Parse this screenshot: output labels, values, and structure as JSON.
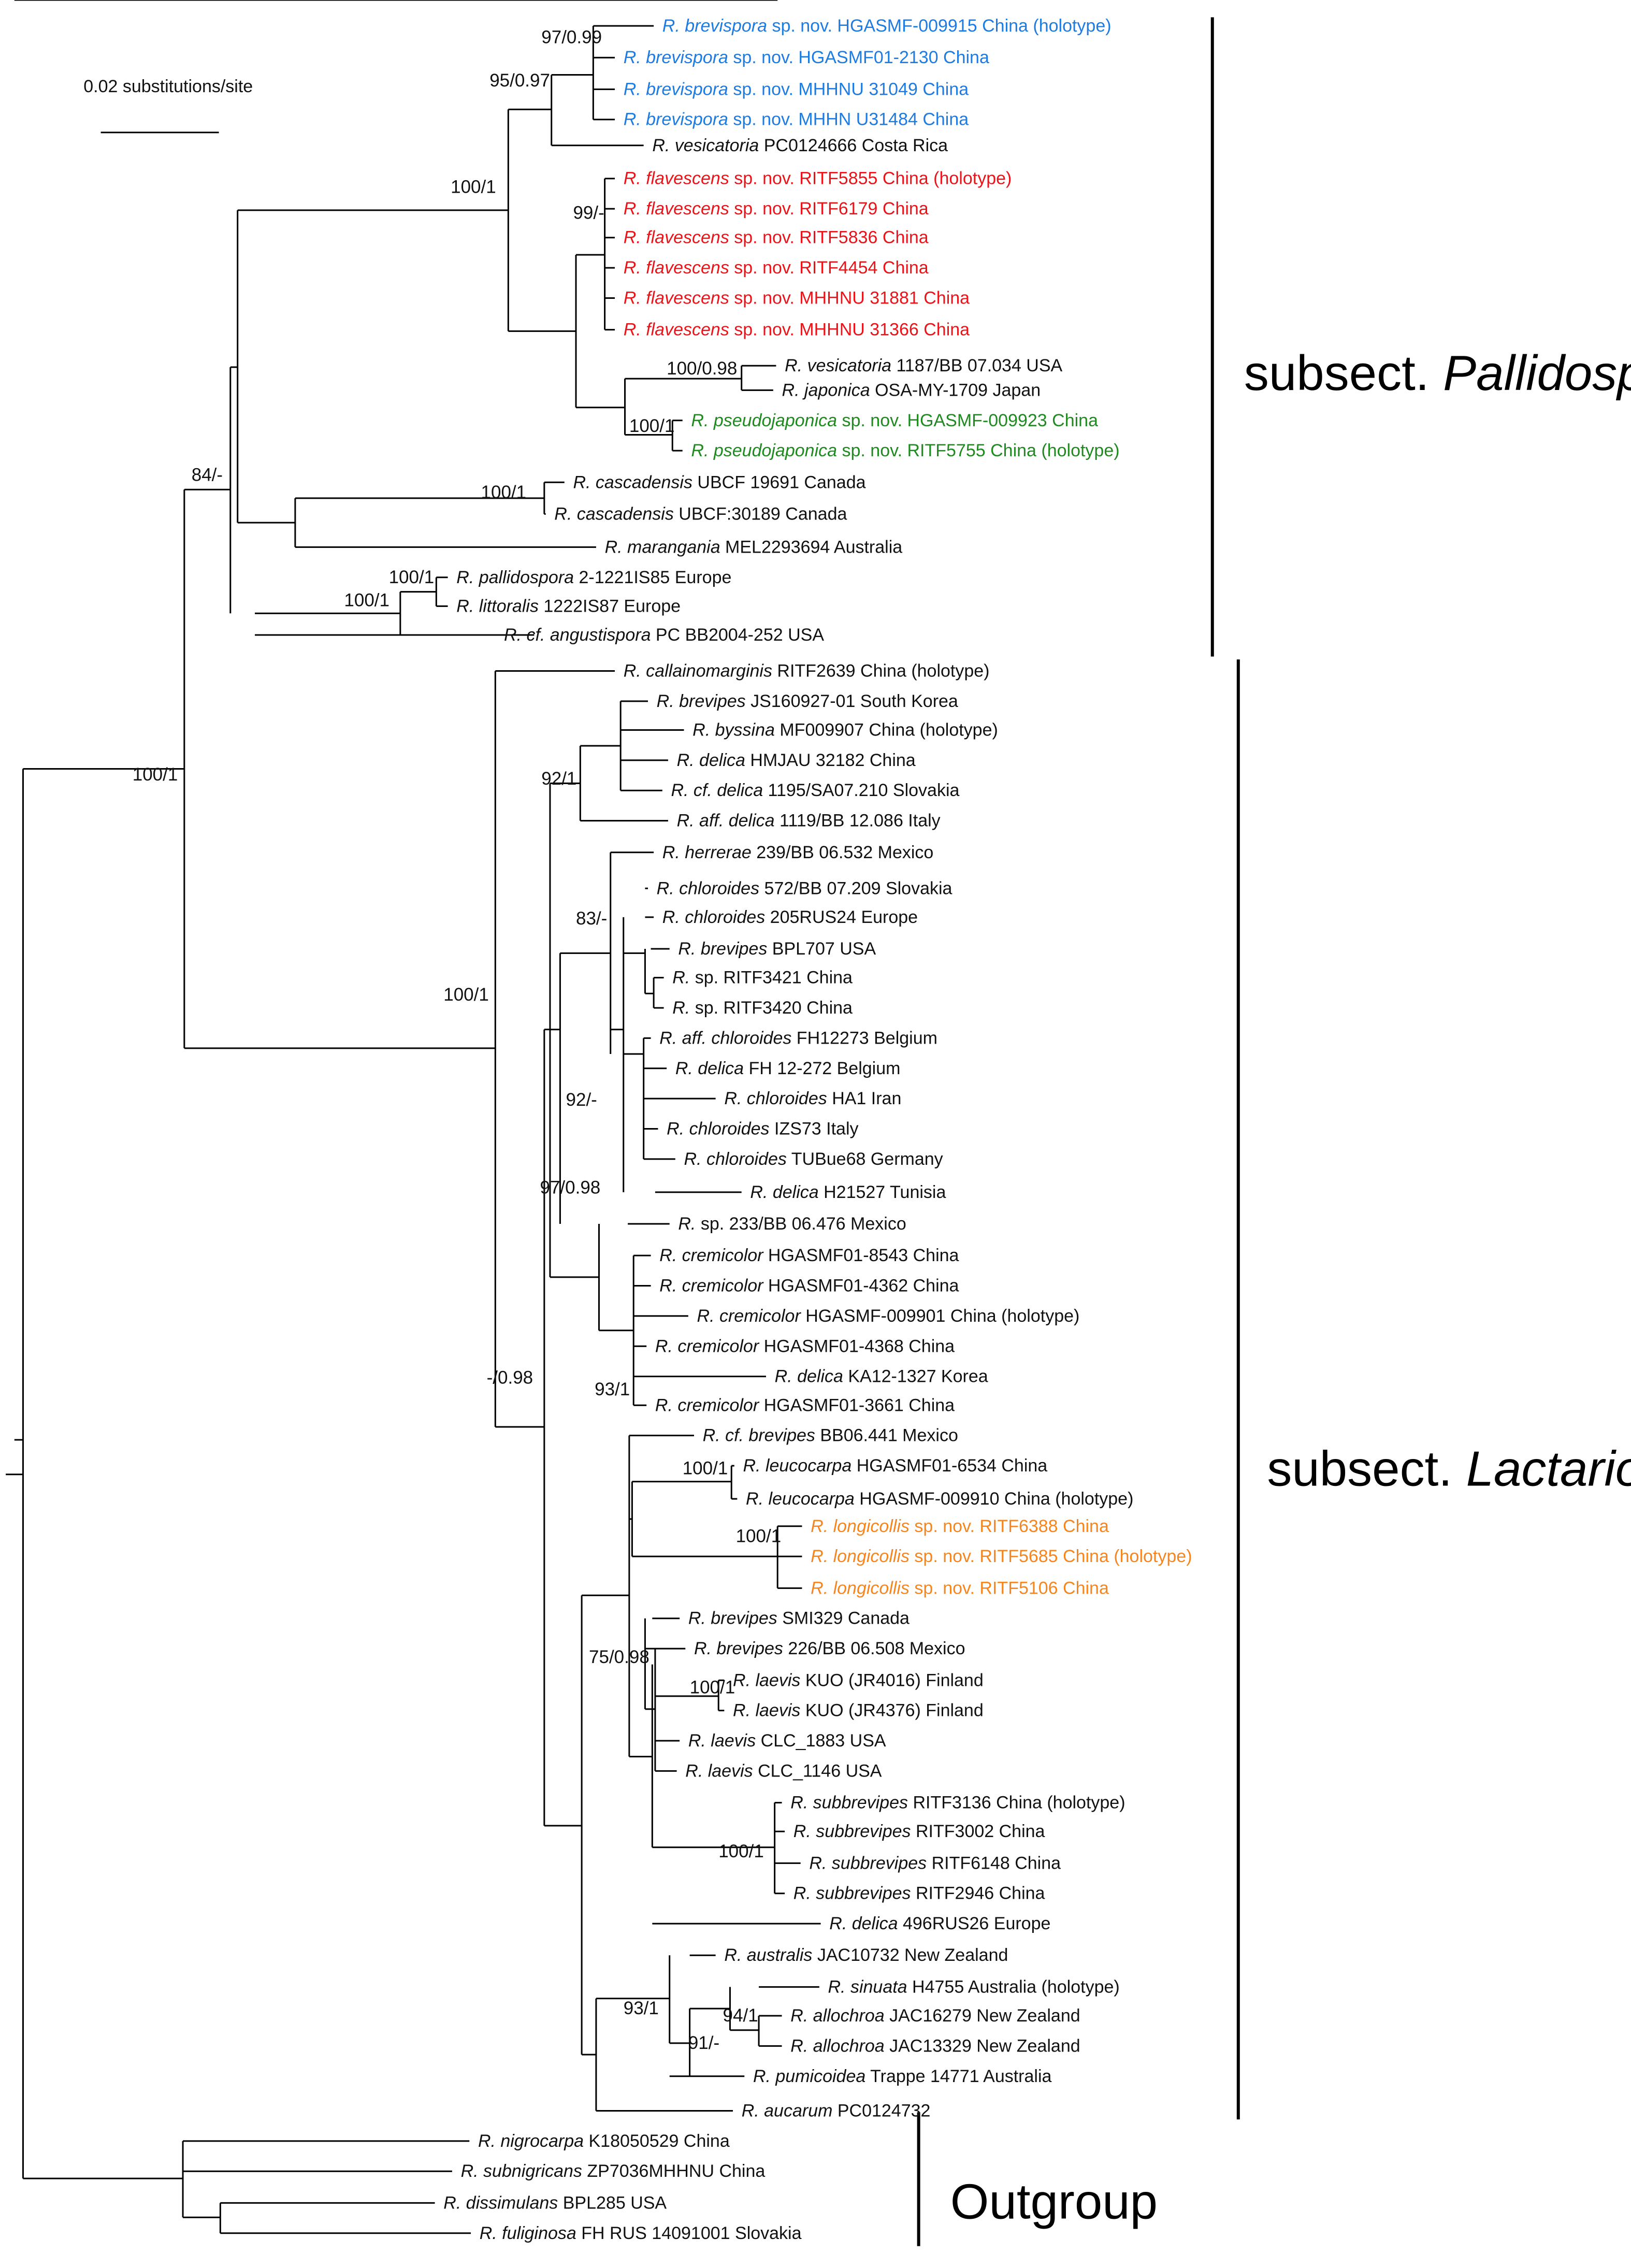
{
  "scale": {
    "label": "0.02 substitutions/site"
  },
  "colors": {
    "brevispora": "#1e7be0",
    "flavescens": "#e8141a",
    "pseudojaponica": "#1f8a1f",
    "longicollis": "#f5861f",
    "default": "#111111"
  },
  "clades": [
    {
      "id": "pallido",
      "prefix": "subsect. ",
      "name": "Pallidosporinae"
    },
    {
      "id": "lacta",
      "prefix": "subsect. ",
      "name": "Lactarioideae"
    },
    {
      "id": "out",
      "prefix": "",
      "name": "Outgroup"
    }
  ],
  "supports": [
    {
      "id": "s1",
      "text": "97/0.99"
    },
    {
      "id": "s2",
      "text": "95/0.97"
    },
    {
      "id": "s3",
      "text": "100/1"
    },
    {
      "id": "s4",
      "text": "99/-"
    },
    {
      "id": "s5",
      "text": "100/0.98"
    },
    {
      "id": "s6",
      "text": "100/1"
    },
    {
      "id": "s7",
      "text": "84/-"
    },
    {
      "id": "s8",
      "text": "100/1"
    },
    {
      "id": "s9",
      "text": "100/1"
    },
    {
      "id": "s10",
      "text": "100/1"
    },
    {
      "id": "s11",
      "text": "100/1"
    },
    {
      "id": "s12",
      "text": "92/1"
    },
    {
      "id": "s13",
      "text": "100/1"
    },
    {
      "id": "s14",
      "text": "83/-"
    },
    {
      "id": "s15",
      "text": "92/-"
    },
    {
      "id": "s16",
      "text": "97/0.98"
    },
    {
      "id": "s17",
      "text": "-/0.98"
    },
    {
      "id": "s18",
      "text": "93/1"
    },
    {
      "id": "s19",
      "text": "100/1"
    },
    {
      "id": "s20",
      "text": "100/1"
    },
    {
      "id": "s21",
      "text": "75/0.98"
    },
    {
      "id": "s22",
      "text": "100/1"
    },
    {
      "id": "s23",
      "text": "100/1"
    },
    {
      "id": "s24",
      "text": "93/1"
    },
    {
      "id": "s25",
      "text": "91/-"
    },
    {
      "id": "s26",
      "text": "94/1"
    }
  ],
  "taxa": [
    {
      "id": "t1",
      "species": "R. brevispora",
      "suffix": " sp. nov. HGASMF-009915 China (holotype)",
      "group": "brevispora"
    },
    {
      "id": "t2",
      "species": "R. brevispora",
      "suffix": " sp. nov. HGASMF01-2130 China",
      "group": "brevispora"
    },
    {
      "id": "t3",
      "species": "R. brevispora",
      "suffix": " sp. nov. MHHNU 31049 China",
      "group": "brevispora"
    },
    {
      "id": "t4",
      "species": "R. brevispora",
      "suffix": " sp. nov. MHHN U31484 China",
      "group": "brevispora"
    },
    {
      "id": "t5",
      "species": "R. vesicatoria",
      "suffix": " PC0124666 Costa Rica",
      "group": "default"
    },
    {
      "id": "t6",
      "species": "R. flavescens",
      "suffix": " sp. nov. RITF5855 China (holotype)",
      "group": "flavescens"
    },
    {
      "id": "t7",
      "species": "R. flavescens",
      "suffix": " sp. nov. RITF6179 China",
      "group": "flavescens"
    },
    {
      "id": "t8",
      "species": "R. flavescens",
      "suffix": " sp. nov. RITF5836 China",
      "group": "flavescens"
    },
    {
      "id": "t9",
      "species": "R. flavescens",
      "suffix": " sp. nov. RITF4454 China",
      "group": "flavescens"
    },
    {
      "id": "t10",
      "species": "R. flavescens",
      "suffix": " sp. nov. MHHNU 31881 China",
      "group": "flavescens"
    },
    {
      "id": "t11",
      "species": "R. flavescens",
      "suffix": " sp. nov. MHHNU 31366 China",
      "group": "flavescens"
    },
    {
      "id": "t12",
      "species": "R. vesicatoria",
      "suffix": " 1187/BB 07.034 USA",
      "group": "default"
    },
    {
      "id": "t13",
      "species": "R. japonica",
      "suffix": " OSA-MY-1709 Japan",
      "group": "default"
    },
    {
      "id": "t14",
      "species": "R. pseudojaponica",
      "suffix": " sp. nov. HGASMF-009923 China",
      "group": "pseudojaponica"
    },
    {
      "id": "t15",
      "species": "R. pseudojaponica",
      "suffix": " sp. nov. RITF5755 China (holotype)",
      "group": "pseudojaponica"
    },
    {
      "id": "t16",
      "species": "R. cascadensis",
      "suffix": " UBCF 19691 Canada",
      "group": "default"
    },
    {
      "id": "t17",
      "species": "R. cascadensis",
      "suffix": " UBCF:30189 Canada",
      "group": "default"
    },
    {
      "id": "t18",
      "species": "R. marangania",
      "suffix": " MEL2293694 Australia",
      "group": "default"
    },
    {
      "id": "t19",
      "species": "R. pallidospora",
      "suffix": " 2-1221IS85 Europe",
      "group": "default"
    },
    {
      "id": "t20",
      "species": "R. littoralis",
      "suffix": " 1222IS87 Europe",
      "group": "default"
    },
    {
      "id": "t21",
      "pre": "R. cf. ",
      "species": "angustispora",
      "suffix": " PC BB2004-252 USA",
      "group": "default"
    },
    {
      "id": "t22",
      "species": "R. callainomarginis",
      "suffix": " RITF2639 China (holotype)",
      "group": "default"
    },
    {
      "id": "t23",
      "species": "R. brevipes",
      "suffix": " JS160927-01 South Korea",
      "group": "default"
    },
    {
      "id": "t24",
      "species": "R. byssina",
      "suffix": " MF009907 China (holotype)",
      "group": "default"
    },
    {
      "id": "t25",
      "species": "R. delica",
      "suffix": " HMJAU 32182 China",
      "group": "default"
    },
    {
      "id": "t26",
      "pre": "R. cf. ",
      "species": "delica",
      "suffix": " 1195/SA07.210 Slovakia",
      "group": "default"
    },
    {
      "id": "t27",
      "pre": "R. aff. ",
      "species": "delica",
      "suffix": " 1119/BB 12.086 Italy",
      "group": "default"
    },
    {
      "id": "t28",
      "species": "R. herrerae",
      "suffix": " 239/BB 06.532 Mexico",
      "group": "default"
    },
    {
      "id": "t29",
      "species": "R. chloroides",
      "suffix": " 572/BB 07.209 Slovakia",
      "group": "default"
    },
    {
      "id": "t30",
      "species": "R. chloroides",
      "suffix": " 205RUS24 Europe",
      "group": "default"
    },
    {
      "id": "t31",
      "species": "R. brevipes",
      "suffix": " BPL707 USA",
      "group": "default"
    },
    {
      "id": "t32",
      "species": "R.",
      "suffix": " sp. RITF3421 China",
      "group": "default"
    },
    {
      "id": "t33",
      "species": "R.",
      "suffix": " sp. RITF3420 China",
      "group": "default"
    },
    {
      "id": "t34",
      "pre": "R. aff. ",
      "species": "chloroides",
      "suffix": " FH12273 Belgium",
      "group": "default"
    },
    {
      "id": "t35",
      "species": "R. delica",
      "suffix": " FH 12-272 Belgium",
      "group": "default"
    },
    {
      "id": "t36",
      "species": "R. chloroides",
      "suffix": " HA1 Iran",
      "group": "default"
    },
    {
      "id": "t37",
      "species": "R. chloroides",
      "suffix": " IZS73 Italy",
      "group": "default"
    },
    {
      "id": "t38",
      "species": "R. chloroides",
      "suffix": " TUBue68 Germany",
      "group": "default"
    },
    {
      "id": "t39",
      "species": "R. delica",
      "suffix": " H21527 Tunisia",
      "group": "default"
    },
    {
      "id": "t40",
      "species": "R.",
      "suffix": " sp. 233/BB 06.476 Mexico",
      "group": "default"
    },
    {
      "id": "t41",
      "species": "R. cremicolor",
      "suffix": " HGASMF01-8543 China",
      "group": "default"
    },
    {
      "id": "t42",
      "species": "R. cremicolor",
      "suffix": " HGASMF01-4362 China",
      "group": "default"
    },
    {
      "id": "t43",
      "species": "R. cremicolor",
      "suffix": " HGASMF-009901 China (holotype)",
      "group": "default"
    },
    {
      "id": "t44",
      "species": "R. cremicolor",
      "suffix": " HGASMF01-4368 China",
      "group": "default"
    },
    {
      "id": "t45",
      "species": "R. delica",
      "suffix": " KA12-1327 Korea",
      "group": "default"
    },
    {
      "id": "t46",
      "species": "R. cremicolor",
      "suffix": " HGASMF01-3661 China",
      "group": "default"
    },
    {
      "id": "t47",
      "pre": "R. cf. ",
      "species": "brevipes",
      "suffix": " BB06.441 Mexico",
      "group": "default"
    },
    {
      "id": "t48",
      "species": "R. leucocarpa",
      "suffix": " HGASMF01-6534 China",
      "group": "default"
    },
    {
      "id": "t49",
      "species": "R. leucocarpa",
      "suffix": " HGASMF-009910 China (holotype)",
      "group": "default"
    },
    {
      "id": "t50",
      "species": "R. longicollis",
      "suffix": " sp. nov. RITF6388 China",
      "group": "longicollis"
    },
    {
      "id": "t51",
      "species": "R. longicollis",
      "suffix": " sp. nov. RITF5685 China (holotype)",
      "group": "longicollis"
    },
    {
      "id": "t52",
      "species": "R. longicollis",
      "suffix": " sp. nov. RITF5106 China",
      "group": "longicollis"
    },
    {
      "id": "t53",
      "species": "R. brevipes",
      "suffix": " SMI329 Canada",
      "group": "default"
    },
    {
      "id": "t54",
      "species": "R. brevipes",
      "suffix": " 226/BB 06.508 Mexico",
      "group": "default"
    },
    {
      "id": "t55",
      "species": "R. laevis",
      "suffix": " KUO (JR4016) Finland",
      "group": "default"
    },
    {
      "id": "t56",
      "species": "R. laevis",
      "suffix": " KUO (JR4376) Finland",
      "group": "default"
    },
    {
      "id": "t57",
      "species": "R. laevis",
      "suffix": " CLC_1883 USA",
      "group": "default"
    },
    {
      "id": "t58",
      "species": "R. laevis",
      "suffix": " CLC_1146 USA",
      "group": "default"
    },
    {
      "id": "t59",
      "species": "R. subbrevipes",
      "suffix": " RITF3136 China (holotype)",
      "group": "default"
    },
    {
      "id": "t60",
      "species": "R. subbrevipes",
      "suffix": " RITF3002 China",
      "group": "default"
    },
    {
      "id": "t61",
      "species": "R. subbrevipes",
      "suffix": " RITF6148 China",
      "group": "default"
    },
    {
      "id": "t62",
      "species": "R. subbrevipes",
      "suffix": " RITF2946 China",
      "group": "default"
    },
    {
      "id": "t63",
      "species": "R. delica",
      "suffix": " 496RUS26 Europe",
      "group": "default"
    },
    {
      "id": "t64",
      "species": "R. australis",
      "suffix": " JAC10732 New Zealand",
      "group": "default"
    },
    {
      "id": "t65",
      "species": "R. sinuata",
      "suffix": " H4755 Australia (holotype)",
      "group": "default"
    },
    {
      "id": "t66",
      "species": "R. allochroa",
      "suffix": " JAC16279 New Zealand",
      "group": "default"
    },
    {
      "id": "t67",
      "species": "R. allochroa",
      "suffix": " JAC13329 New Zealand",
      "group": "default"
    },
    {
      "id": "t68",
      "species": "R. pumicoidea",
      "suffix": " Trappe 14771 Australia",
      "group": "default"
    },
    {
      "id": "t69",
      "species": "R. aucarum",
      "suffix": " PC0124732",
      "group": "default"
    },
    {
      "id": "t70",
      "species": "R. nigrocarpa",
      "suffix": " K18050529 China",
      "group": "default"
    },
    {
      "id": "t71",
      "species": "R. subnigricans",
      "suffix": " ZP7036MHHNU China",
      "group": "default"
    },
    {
      "id": "t72",
      "species": "R. dissimulans",
      "suffix": " BPL285 USA",
      "group": "default"
    },
    {
      "id": "t73",
      "species": "R. fuliginosa",
      "suffix": " FH RUS 14091001 Slovakia",
      "group": "default"
    }
  ]
}
